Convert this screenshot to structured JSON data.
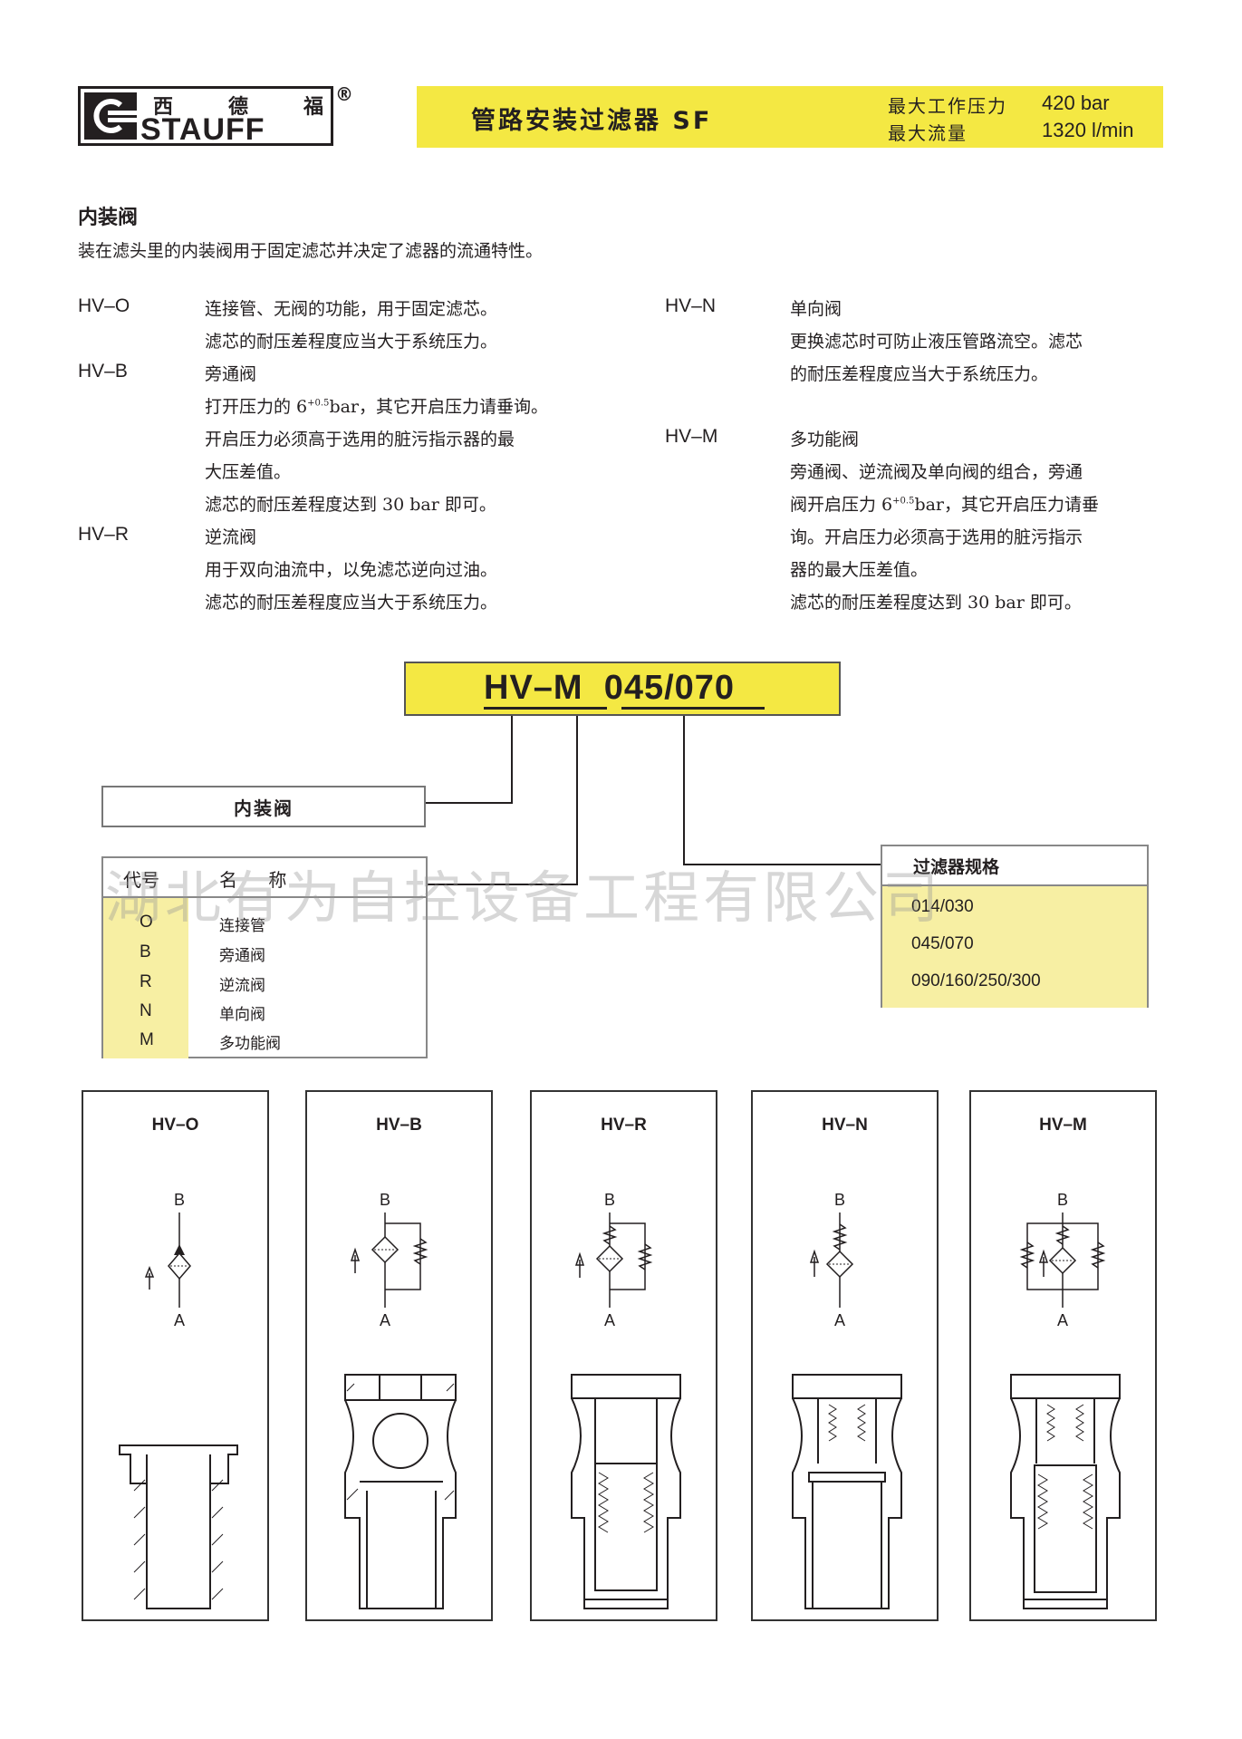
{
  "header": {
    "logo_cn": [
      "西",
      "德",
      "福"
    ],
    "logo_en": "STAUFF",
    "logo_reg": "®",
    "title": "管路安装过滤器 SF",
    "specs": [
      {
        "label": "最大工作压力",
        "value": "420 bar"
      },
      {
        "label": "最大流量",
        "value": "1320 l/min"
      }
    ]
  },
  "section": {
    "title": "内装阀",
    "intro": "装在滤头里的内装阀用于固定滤芯并决定了滤器的流通特性。"
  },
  "valves_left": [
    {
      "code": "HV–O",
      "lines": [
        "连接管、无阀的功能，用于固定滤芯。",
        "滤芯的耐压差程度应当大于系统压力。"
      ]
    },
    {
      "code": "HV–B",
      "lines": [
        "旁通阀",
        "打开压力的 6",
        "开启压力必须高于选用的脏污指示器的最",
        "大压差值。",
        "滤芯的耐压差程度达到 30 bar 即可。"
      ],
      "sup": "+0.5",
      "tail": "bar，其它开启压力请垂询。"
    },
    {
      "code": "HV–R",
      "lines": [
        "逆流阀",
        "用于双向油流中，以免滤芯逆向过油。",
        "滤芯的耐压差程度应当大于系统压力。"
      ]
    }
  ],
  "valves_right": [
    {
      "code": "HV–N",
      "lines": [
        "单向阀",
        "更换滤芯时可防止液压管路流空。滤芯",
        "的耐压差程度应当大于系统压力。"
      ]
    },
    {
      "code": "HV–M",
      "lines": [
        "多功能阀",
        "旁通阀、逆流阀及单向阀的组合，旁通",
        "阀开启压力 6",
        "询。开启压力必须高于选用的脏污指示",
        "器的最大压差值。",
        "滤芯的耐压差程度达到 30 bar 即可。"
      ],
      "sup": "+0.5",
      "tail": "bar，其它开启压力请垂"
    }
  ],
  "order_code": {
    "part1": "HV–M",
    "part2": "045/070",
    "valve_label": "内装阀",
    "table": {
      "col_code": "代号",
      "col_name": "名 称",
      "rows": [
        {
          "code": "O",
          "name": "连接管"
        },
        {
          "code": "B",
          "name": "旁通阀"
        },
        {
          "code": "R",
          "name": "逆流阀"
        },
        {
          "code": "N",
          "name": "单向阀"
        },
        {
          "code": "M",
          "name": "多功能阀"
        }
      ]
    },
    "spec": {
      "title": "过滤器规格",
      "items": [
        "014/030",
        "045/070",
        "090/160/250/300"
      ]
    }
  },
  "watermark": "湖北有为自控设备工程有限公司",
  "panels": [
    {
      "title": "HV–O",
      "port_b": "B",
      "port_a": "A"
    },
    {
      "title": "HV–B",
      "port_b": "B",
      "port_a": "A"
    },
    {
      "title": "HV–R",
      "port_b": "B",
      "port_a": "A"
    },
    {
      "title": "HV–N",
      "port_b": "B",
      "port_a": "A"
    },
    {
      "title": "HV–M",
      "port_b": "B",
      "port_a": "A"
    }
  ],
  "colors": {
    "highlight": "#f4e843",
    "table_fill": "#f7efa3",
    "ink": "#231f20"
  }
}
